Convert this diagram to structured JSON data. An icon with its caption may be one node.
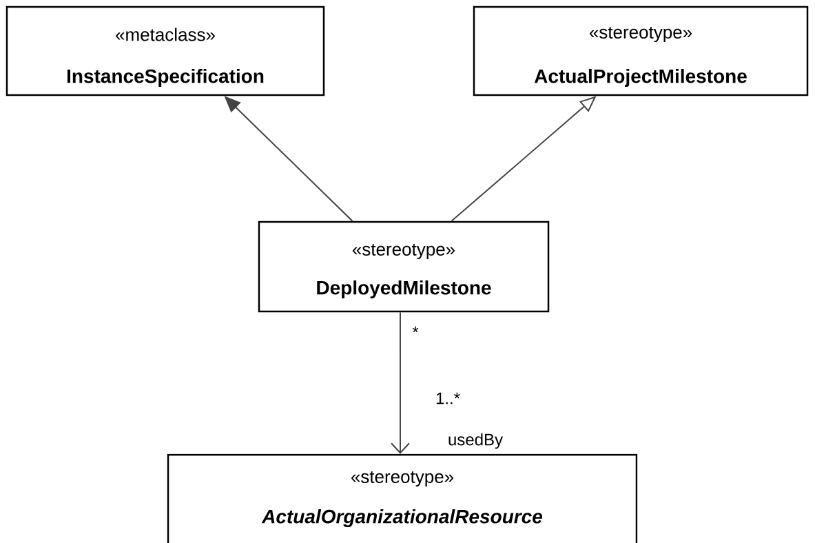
{
  "diagram": {
    "nodes": [
      {
        "text": [
          "«metaclass»",
          "InstanceSpecification"
        ]
      },
      {
        "text": [
          "«stereotype»",
          "ActualProjectMilestone"
        ]
      },
      {
        "text": [
          "«stereotype»",
          "DeployedMilestone"
        ]
      },
      {
        "text": [
          "«stereotype»",
          "ActualOrganizationalResource"
        ]
      }
    ],
    "edges": [
      {
        "from": 2,
        "to": 0,
        "arrow": "to"
      },
      {
        "from": 2,
        "to": 1,
        "arrow": "to"
      },
      {
        "from": 2,
        "to": 3,
        "arrow": "to",
        "label": "usedBy"
      }
    ],
    "labels": [
      "*",
      "1..*"
    ]
  }
}
